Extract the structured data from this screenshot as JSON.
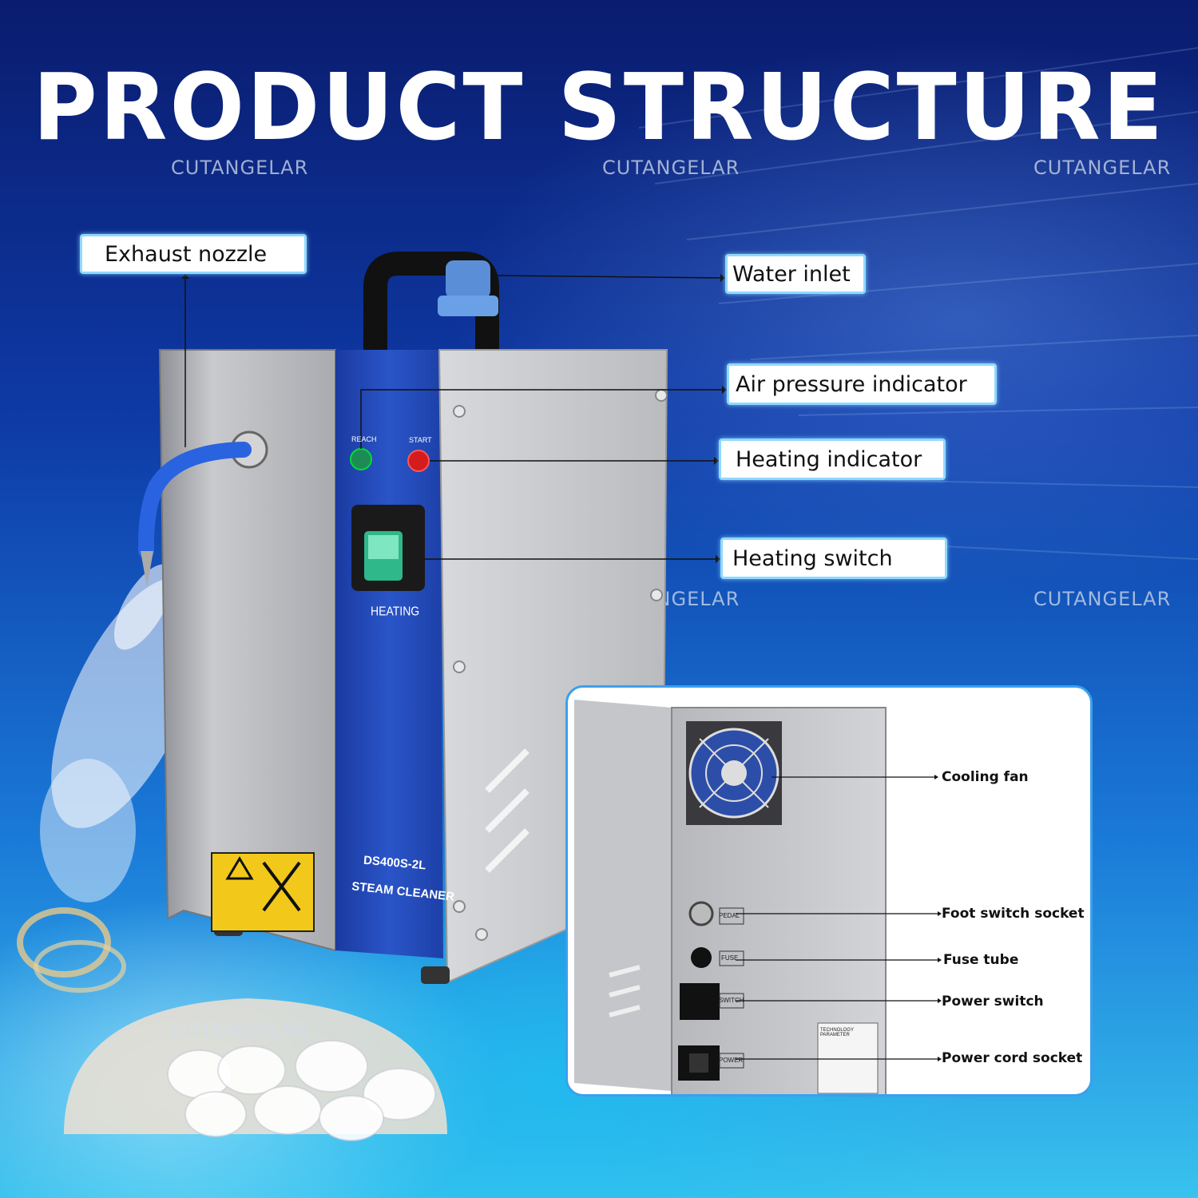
{
  "title": "PRODUCT  STRUCTURE",
  "watermark": "CUTANGELAR",
  "colors": {
    "background_top": "#0a1c6e",
    "background_bottom": "#39c2ee",
    "callout_border": "#8fd9ff",
    "inset_border": "#3aa0ee",
    "machine_blue_panel": "#2146b8"
  },
  "callouts": {
    "exhaust_nozzle": "Exhaust nozzle",
    "water_inlet": "Water inlet",
    "air_pressure_indicator": "Air pressure indicator",
    "heating_indicator": "Heating indicator",
    "heating_switch": "Heating switch"
  },
  "machine": {
    "reach_label": "REACH",
    "start_label": "START",
    "heating_label": "HEATING",
    "model": "DS400S-2L",
    "name": "STEAM CLEANER"
  },
  "inset": {
    "labels": {
      "cooling_fan": "Cooling fan",
      "foot_switch_socket": "Foot switch socket",
      "fuse_tube": "Fuse tube",
      "power_switch": "Power switch",
      "power_cord_socket": "Power cord socket"
    },
    "panel_tags": {
      "pedal": "PEDAL",
      "fuse": "FUSE",
      "switch": "SWITCH",
      "power": "POWER"
    },
    "plate_title": "TECHNOLOGY PARAMETER"
  }
}
